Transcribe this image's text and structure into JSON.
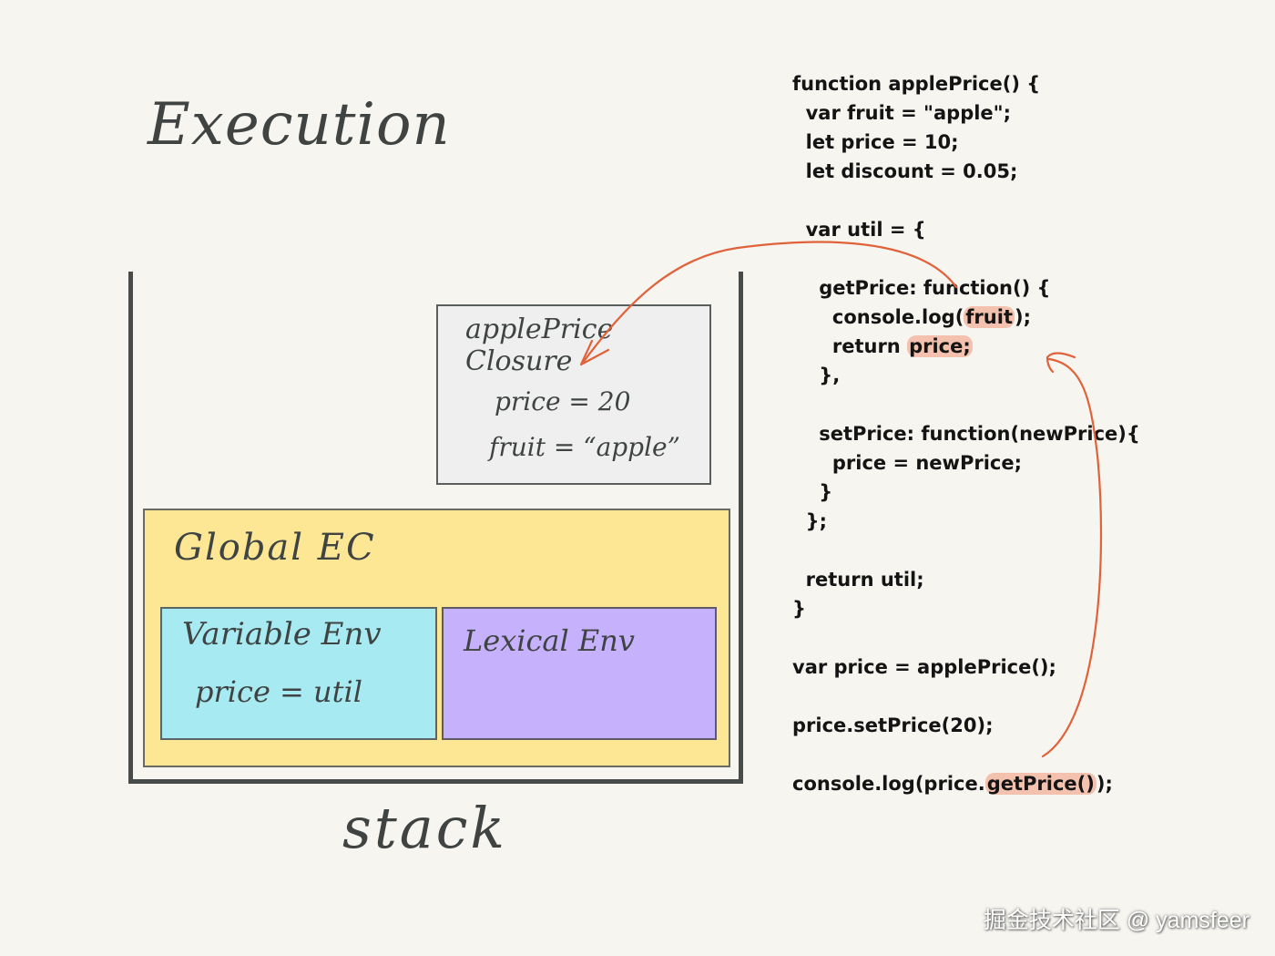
{
  "title": "Execution",
  "stack_label": "stack",
  "closure": {
    "title": "applePrice Closure",
    "price_line": "price = 20",
    "fruit_line": "fruit = “apple”"
  },
  "global_ec": {
    "title": "Global EC",
    "variable_env": {
      "title": "Variable Env",
      "entry": "price = util"
    },
    "lexical_env": {
      "title": "Lexical Env"
    }
  },
  "code_lines": [
    "function applePrice() {",
    "  var fruit = \"apple\";",
    "  let price = 10;",
    "  let discount = 0.05;",
    "",
    "  var util = {",
    "",
    "    getPrice: function() {",
    "      console.log(fruit);",
    "      return price;",
    "    },",
    "",
    "    setPrice: function(newPrice){",
    "      price = newPrice;",
    "    }",
    "  };",
    "",
    "  return util;",
    "}",
    "",
    "var price = applePrice();",
    "",
    "price.setPrice(20);",
    "",
    "console.log(price.getPrice());"
  ],
  "highlights": [
    {
      "line": 8,
      "text": "fruit"
    },
    {
      "line": 9,
      "text": "price;"
    },
    {
      "line": 24,
      "text": "getPrice()"
    }
  ],
  "watermark": "掘金技术社区 @ yamsfeer",
  "colors": {
    "background": "#f6f5f0",
    "closure_box": "#efefef",
    "global_ec": "#fde794",
    "variable_env": "#a7eaf2",
    "lexical_env": "#c6b1fd",
    "arrow": "#e0623a",
    "highlight": "#f0a080"
  }
}
